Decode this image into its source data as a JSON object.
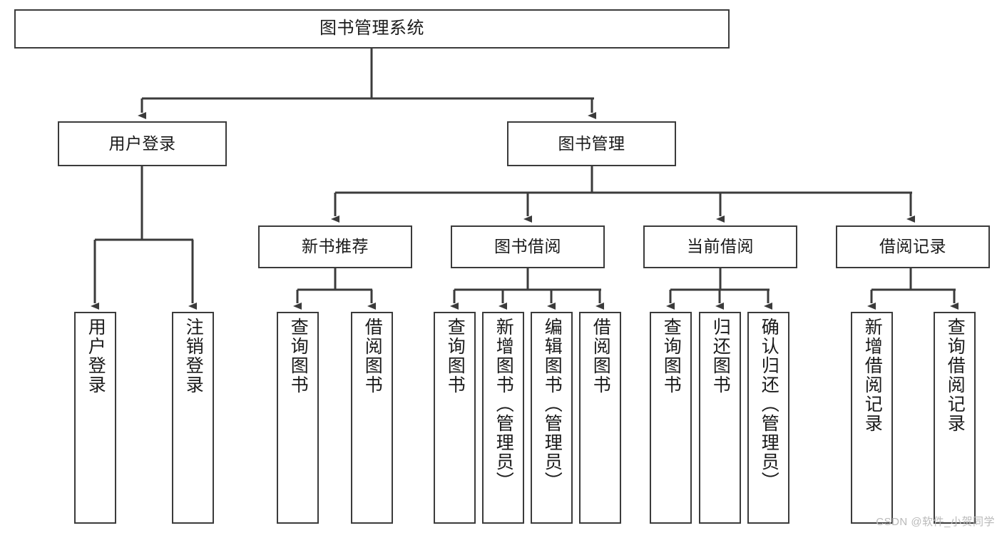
{
  "diagram": {
    "title": "图书管理系统",
    "type": "tree-hierarchy",
    "root": {
      "id": "root",
      "label": "图书管理系统"
    },
    "level2": [
      {
        "id": "user-login",
        "label": "用户登录"
      },
      {
        "id": "book-manage",
        "label": "图书管理"
      }
    ],
    "level3": [
      {
        "id": "new-book-rec",
        "label": "新书推荐",
        "parent": "book-manage"
      },
      {
        "id": "book-borrow",
        "label": "图书借阅",
        "parent": "book-manage"
      },
      {
        "id": "current-borrow",
        "label": "当前借阅",
        "parent": "book-manage"
      },
      {
        "id": "borrow-record",
        "label": "借阅记录",
        "parent": "book-manage"
      }
    ],
    "leaves": [
      {
        "id": "leaf-user-login",
        "label": "用户登录",
        "parent": "user-login"
      },
      {
        "id": "leaf-logout",
        "label": "注销登录",
        "parent": "user-login"
      },
      {
        "id": "leaf-query-book-1",
        "label": "查询图书",
        "parent": "new-book-rec"
      },
      {
        "id": "leaf-borrow-book-1",
        "label": "借阅图书",
        "parent": "new-book-rec"
      },
      {
        "id": "leaf-query-book-2",
        "label": "查询图书",
        "parent": "book-borrow"
      },
      {
        "id": "leaf-add-book",
        "label": "新增图书（管理员）",
        "parent": "book-borrow"
      },
      {
        "id": "leaf-edit-book",
        "label": "编辑图书（管理员）",
        "parent": "book-borrow"
      },
      {
        "id": "leaf-borrow-book-2",
        "label": "借阅图书",
        "parent": "book-borrow"
      },
      {
        "id": "leaf-query-book-3",
        "label": "查询图书",
        "parent": "current-borrow"
      },
      {
        "id": "leaf-return-book",
        "label": "归还图书",
        "parent": "current-borrow"
      },
      {
        "id": "leaf-confirm-return",
        "label": "确认归还（管理员）",
        "parent": "current-borrow"
      },
      {
        "id": "leaf-add-record",
        "label": "新增借阅记录",
        "parent": "borrow-record"
      },
      {
        "id": "leaf-query-record",
        "label": "查询借阅记录",
        "parent": "borrow-record"
      }
    ],
    "colors": {
      "stroke": "#3b3b3b",
      "fill": "#ffffff",
      "text": "#1a1a1a",
      "watermark": "#b9b9b9"
    }
  },
  "watermark": {
    "text": "CSDN @软件_小贺同学"
  }
}
